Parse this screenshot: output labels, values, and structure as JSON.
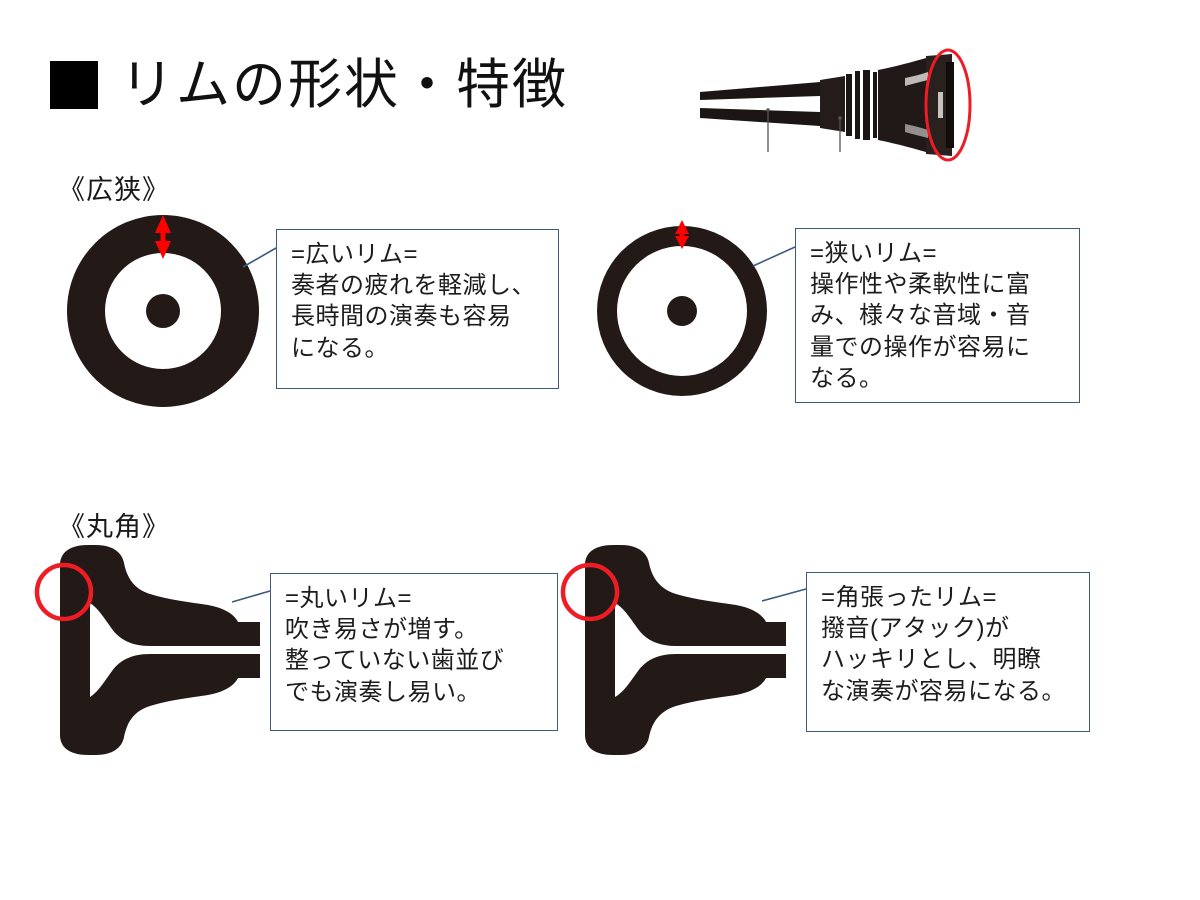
{
  "slide": {
    "title": "リムの形状・特徴",
    "bullet_icon": "filled-square-bullet",
    "background_color": "#ffffff",
    "accent_color": "#ff0000",
    "box_border_color": "#3d5a7d",
    "shape_color": "#231a17"
  },
  "sections": [
    {
      "id": "kokyo",
      "heading": "《広狭》"
    },
    {
      "id": "marukaku",
      "heading": "《丸角》"
    }
  ],
  "photo": {
    "name": "mouthpiece-photo",
    "description": "trumpet-mouthpiece-side-view",
    "highlight": "red-ellipse-on-rim"
  },
  "diagrams": [
    {
      "id": "wide-rim",
      "name": "wide-rim-ring-diagram",
      "type": "ring-top-view",
      "arrow": "red-double-arrow-rim-width",
      "arrow_size": "long"
    },
    {
      "id": "narrow-rim",
      "name": "narrow-rim-ring-diagram",
      "type": "ring-top-view",
      "arrow": "red-double-arrow-rim-width",
      "arrow_size": "short"
    },
    {
      "id": "round-rim",
      "name": "round-rim-cross-section",
      "type": "cross-section",
      "highlight": "red-circle-on-rim-edge"
    },
    {
      "id": "square-rim",
      "name": "square-rim-cross-section",
      "type": "cross-section",
      "highlight": "red-circle-on-rim-edge"
    }
  ],
  "callouts": {
    "wide": {
      "title": "=広いリム=",
      "lines": [
        "奏者の疲れを軽減し、",
        "長時間の演奏も容易",
        "になる。"
      ]
    },
    "narrow": {
      "title": "=狭いリム=",
      "lines": [
        "操作性や柔軟性に富",
        "み、様々な音域・音",
        "量での操作が容易に",
        "なる。"
      ]
    },
    "round": {
      "title": "=丸いリム=",
      "lines": [
        "吹き易さが増す。",
        "整っていない歯並び",
        "でも演奏し易い。"
      ]
    },
    "square": {
      "title": "=角張ったリム=",
      "lines": [
        "撥音(アタック)が",
        "ハッキリとし、明瞭",
        "な演奏が容易になる。"
      ]
    }
  }
}
